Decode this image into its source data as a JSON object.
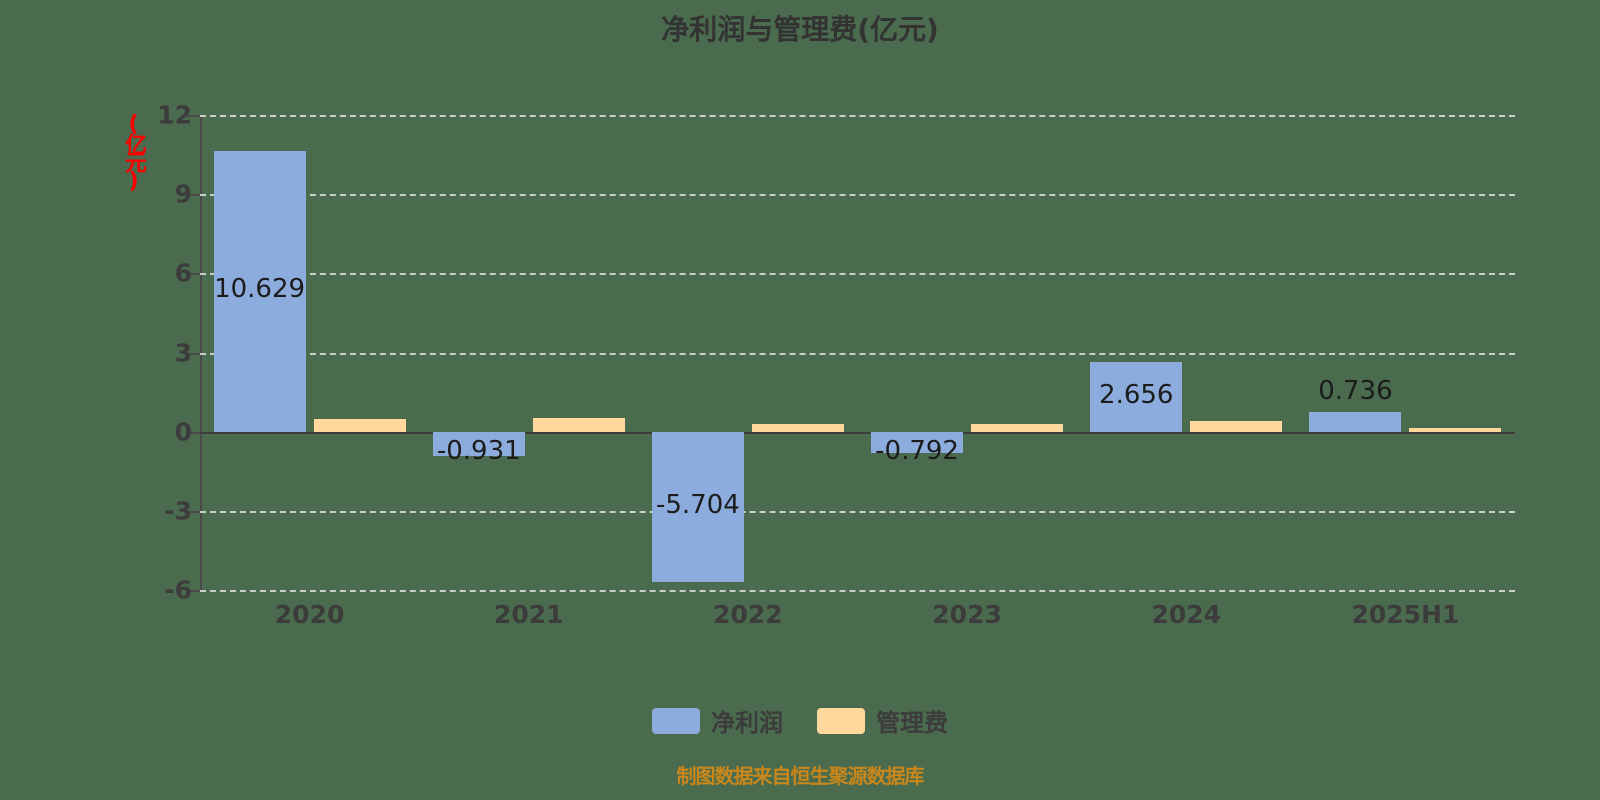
{
  "chart_data": {
    "type": "bar",
    "title": "净利润与管理费(亿元)",
    "xlabel": "",
    "ylabel": "(亿元)",
    "ylim": [
      -6,
      12
    ],
    "yticks": [
      12,
      9,
      6,
      3,
      0,
      -3,
      -6
    ],
    "ytick_labels": [
      "12",
      "9",
      "6",
      "3",
      "0",
      "-3",
      "-6"
    ],
    "grid": true,
    "legend_position": "bottom",
    "categories": [
      "2020",
      "2021",
      "2022",
      "2023",
      "2024",
      "2025H1"
    ],
    "series": [
      {
        "name": "净利润",
        "color": "#8cacdd",
        "values": [
          10.629,
          -0.931,
          -5.704,
          -0.792,
          2.656,
          0.736
        ],
        "labels": [
          "10.629",
          "-0.931",
          "-5.704",
          "-0.792",
          "2.656",
          "0.736"
        ]
      },
      {
        "name": "管理费",
        "color": "#ffd89b",
        "values": [
          0.49,
          0.51,
          0.3,
          0.3,
          0.42,
          0.15
        ],
        "labels": [
          "",
          "",
          "",
          "",
          "",
          ""
        ]
      }
    ],
    "annotations": [
      "制图数据来自恒生聚源数据库"
    ]
  },
  "title": "净利润与管理费(亿元)",
  "axis": {
    "y_unit_label": "(亿元)",
    "y_ticks": [
      "12",
      "9",
      "6",
      "3",
      "0",
      "-3",
      "-6"
    ],
    "x_ticks": [
      "2020",
      "2021",
      "2022",
      "2023",
      "2024",
      "2025H1"
    ]
  },
  "legend": {
    "items": [
      {
        "label": "净利润",
        "color": "#8cacdd"
      },
      {
        "label": "管理费",
        "color": "#ffd89b"
      }
    ]
  },
  "bar_labels": {
    "net_profit": [
      "10.629",
      "-0.931",
      "-5.704",
      "-0.792",
      "2.656",
      "0.736"
    ]
  },
  "footer": {
    "note": "制图数据来自恒生聚源数据库"
  },
  "colors": {
    "background": "#4a6b4d",
    "net_profit": "#8cacdd",
    "admin_expense": "#ffd89b",
    "unit_label": "#ff0000",
    "footer": "#c8871c",
    "text": "#3c3c3c"
  }
}
